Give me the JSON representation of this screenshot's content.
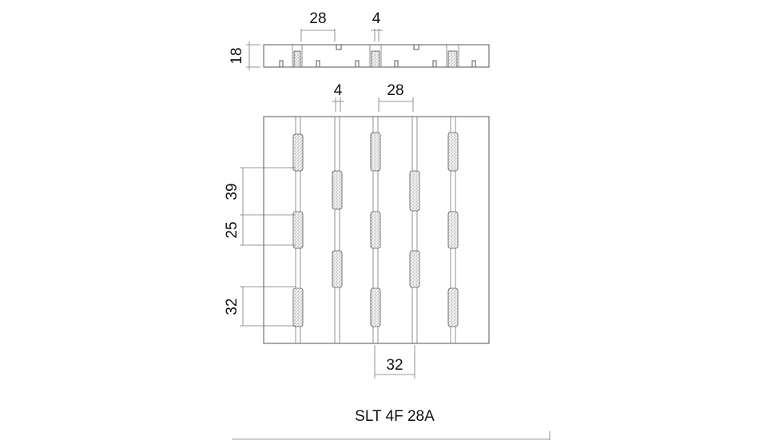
{
  "title": "SLT 4F 28A",
  "dimensions": {
    "section_width": "28",
    "section_gap": "4",
    "section_height": "18",
    "plan_gap": "4",
    "plan_width": "28",
    "spacing_a": "39",
    "spacing_b": "25",
    "spacing_c": "32",
    "bottom_width": "32"
  },
  "colors": {
    "line": "#555555",
    "text": "#111111"
  }
}
